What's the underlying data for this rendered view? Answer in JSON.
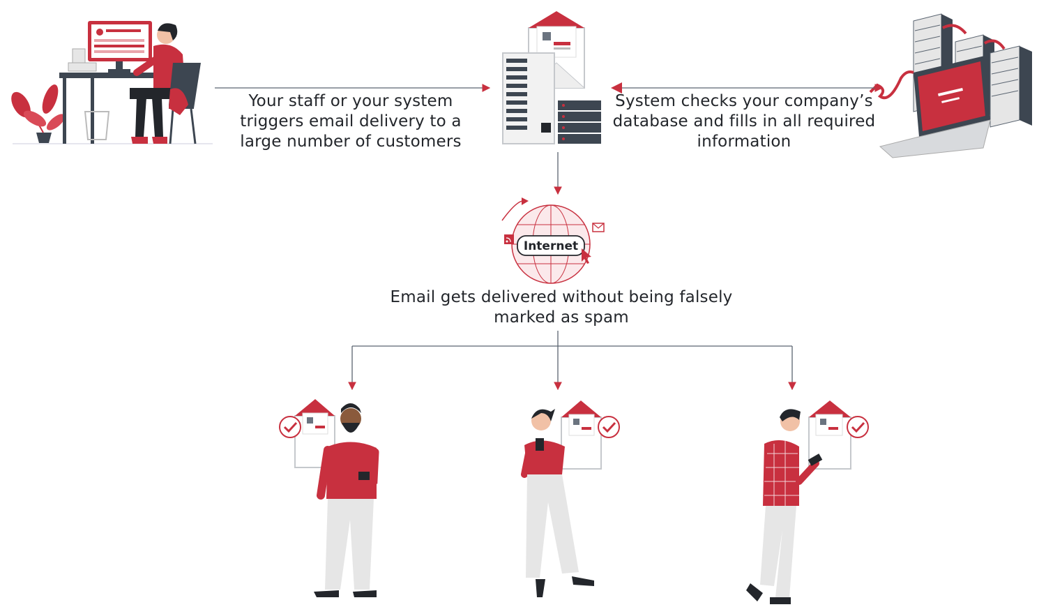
{
  "captions": {
    "staff_trigger": "Your staff or your system triggers email delivery to a large number of customers",
    "system_checks": "System checks your company’s database and fills in all required information",
    "delivered": "Email gets delivered without being falsely marked as spam"
  },
  "internet_label": "Internet",
  "colors": {
    "accent": "#c8303f",
    "line": "#5a6470",
    "text": "#23262b",
    "server_dark": "#3d4651",
    "gray_light": "#e6e6e6"
  }
}
